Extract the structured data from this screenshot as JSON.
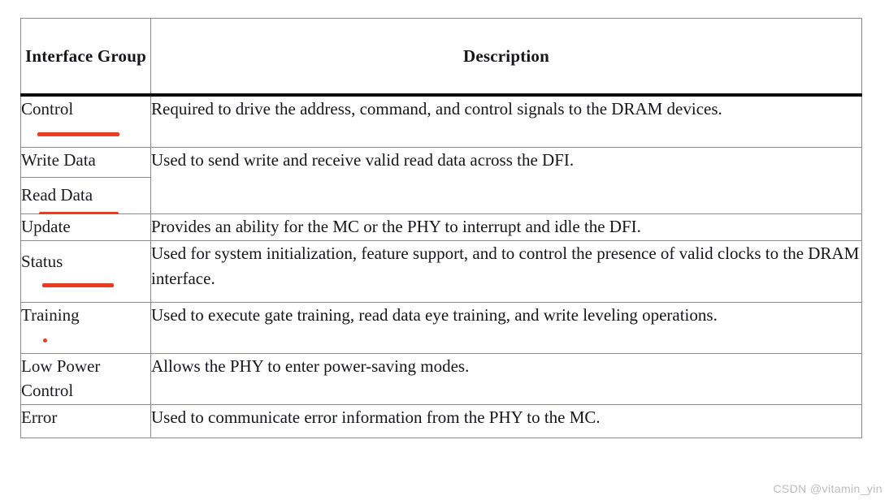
{
  "document": {
    "title": "DFI Interface Groups Table",
    "watermark": "CSDN @vitamin_yin"
  },
  "table": {
    "headers": {
      "group": "Interface\nGroup",
      "description": "Description"
    },
    "rows": [
      {
        "group": "Control",
        "description": "Required to drive the address, command, and control signals to the DRAM devices.",
        "annotation": "red-underline"
      },
      {
        "group": "Write Data",
        "description": "Used to send write and receive valid read data across the DFI.",
        "annotation": "red-underline"
      },
      {
        "group": "Read Data",
        "description": "",
        "annotation": "red-underline"
      },
      {
        "group": "Update",
        "description": "Provides an ability for the MC or the PHY to interrupt and idle the DFI.",
        "annotation": "red-underline"
      },
      {
        "group": "Status",
        "description": "Used for system initialization, feature support, and to control the presence of valid clocks to the DRAM interface.",
        "annotation": "red-underline"
      },
      {
        "group": "Training",
        "description": "Used to execute gate training, read data eye training, and write leveling operations.",
        "annotation": "red-dot"
      },
      {
        "group": "Low Power\nControl",
        "description": "Allows the PHY to enter power-saving modes.",
        "annotation": "none"
      },
      {
        "group": "Error",
        "description": "Used to communicate error information from the PHY to the MC.",
        "annotation": "none"
      }
    ]
  },
  "colors": {
    "annotation_red": "#f03a1f",
    "border_gray": "#8c8c8c",
    "header_rule_black": "#0a0a0a",
    "text": "#15161c",
    "watermark_gray": "#bdbdbd"
  }
}
